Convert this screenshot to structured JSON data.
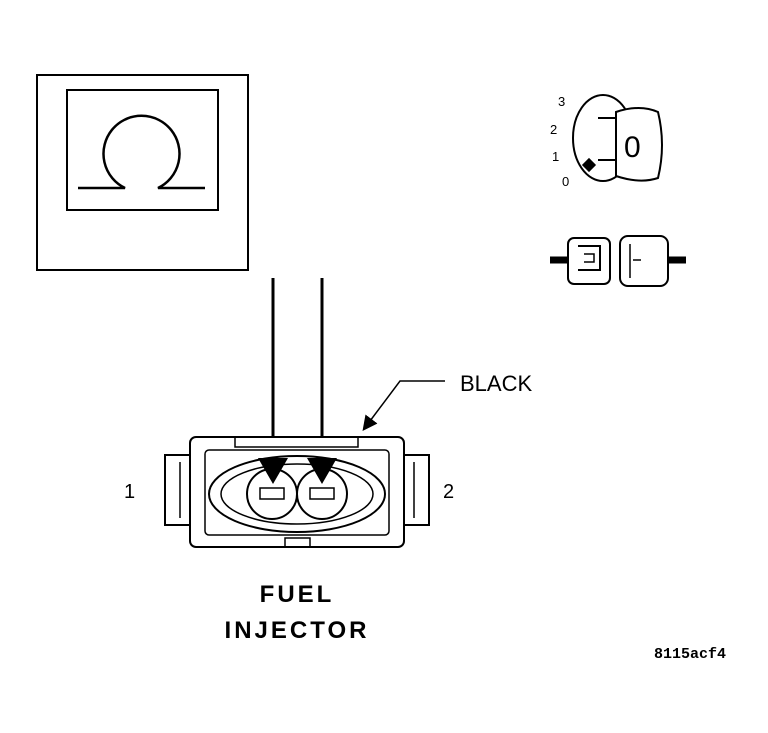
{
  "meter": {
    "symbol": "Ω"
  },
  "ignition": {
    "positions": [
      "3",
      "2",
      "1",
      "0"
    ],
    "key_letter": "0"
  },
  "connector": {
    "wire_color_label": "BLACK",
    "pin_left": "1",
    "pin_right": "2"
  },
  "title": {
    "line1": "FUEL",
    "line2": "INJECTOR"
  },
  "figure_id": "8115acf4",
  "colors": {
    "ink": "#000000",
    "paper": "#ffffff"
  }
}
